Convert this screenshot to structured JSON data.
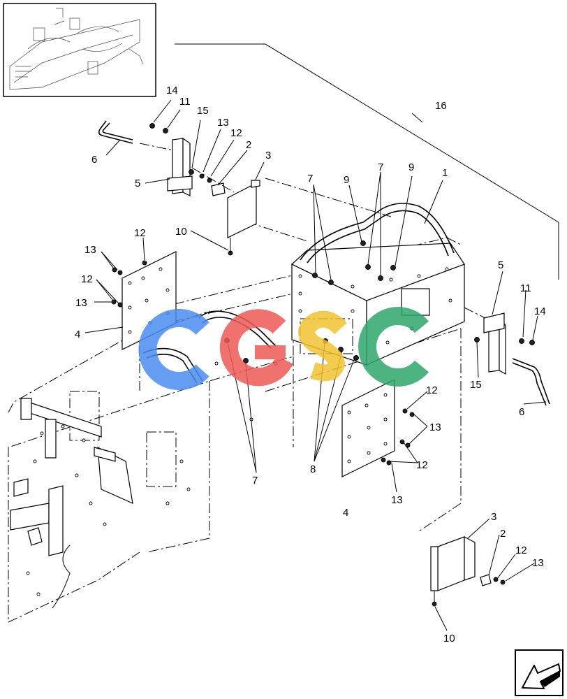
{
  "diagram": {
    "callouts": {
      "c14a": "14",
      "c11a": "11",
      "c15a": "15",
      "c13a": "13",
      "c12a": "12",
      "c2a": "2",
      "c3a": "3",
      "c6a": "6",
      "c5a": "5",
      "c10a": "10",
      "c16": "16",
      "c7a": "7",
      "c9a": "9",
      "c7b": "7",
      "c9b": "9",
      "c1": "1",
      "c12b": "12",
      "c13b": "13",
      "c12c": "12",
      "c13c": "13",
      "c4a": "4",
      "c5b": "5",
      "c11b": "11",
      "c14b": "14",
      "c15b": "15",
      "c6b": "6",
      "c12d": "12",
      "c13d": "13",
      "c12e": "12",
      "c13e": "13",
      "c8": "8",
      "c7c": "7",
      "c4b": "4",
      "c3b": "3",
      "c2b": "2",
      "c12f": "12",
      "c13f": "13",
      "c10b": "10"
    },
    "watermark": {
      "letters": [
        "C",
        "G",
        "S",
        "C"
      ],
      "colors": [
        "#4a8cf0",
        "#ee5a56",
        "#f2c230",
        "#2fa66a"
      ]
    },
    "nav_icon": "arrow-icon"
  }
}
